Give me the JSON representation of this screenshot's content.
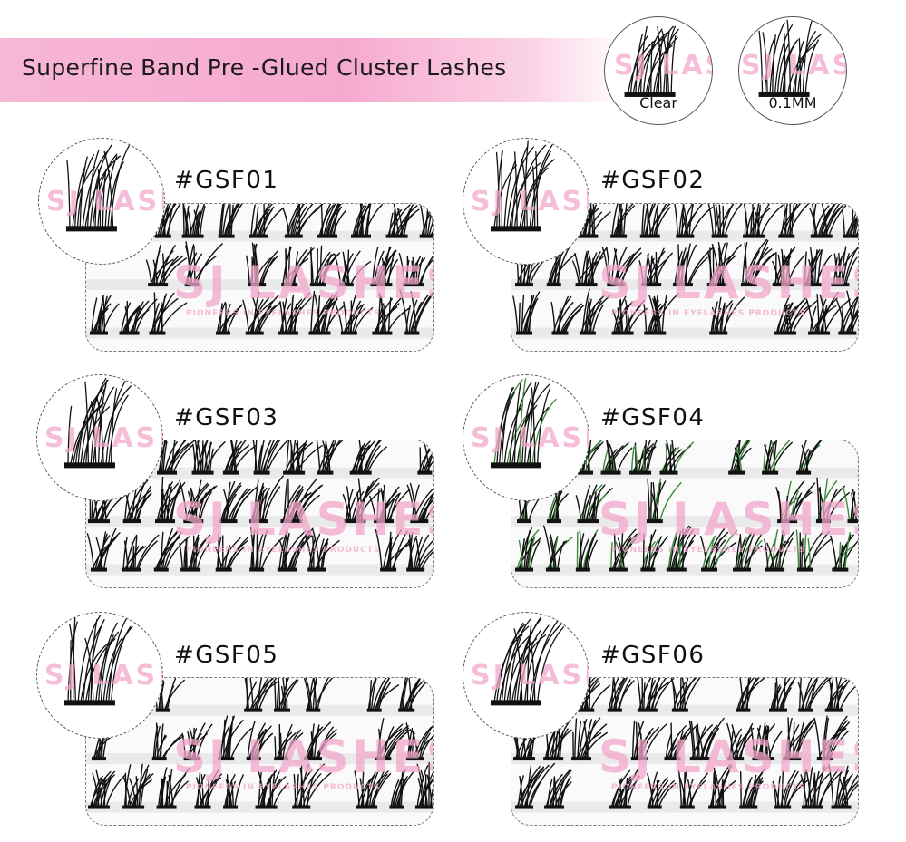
{
  "banner": {
    "title": "Superfine Band Pre -Glued Cluster Lashes"
  },
  "variants": [
    {
      "label": "Clear"
    },
    {
      "label": "0.1MM"
    }
  ],
  "watermark": {
    "brand": "SJ LASHES",
    "tagline": "PIONEERS IN EYELASHES PRODUCTS"
  },
  "products": [
    {
      "code": "#GSF01"
    },
    {
      "code": "#GSF02"
    },
    {
      "code": "#GSF03"
    },
    {
      "code": "#GSF04"
    },
    {
      "code": "#GSF05"
    },
    {
      "code": "#GSF06"
    }
  ],
  "colors": {
    "banner_pink": "#f6a9cf",
    "watermark_pink": "#f3a7cc",
    "lash": "#111111",
    "accent_green": "#3a8a3a"
  }
}
